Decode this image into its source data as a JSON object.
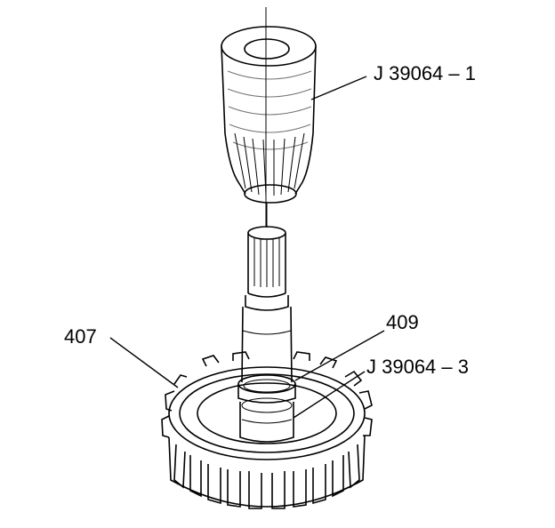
{
  "callouts": {
    "tool_installer": "J 39064 – 1",
    "tool_remover": "J 39064 – 3",
    "part_409": "409",
    "part_407": "407"
  },
  "colors": {
    "ink": "#000000",
    "paper": "#ffffff"
  }
}
